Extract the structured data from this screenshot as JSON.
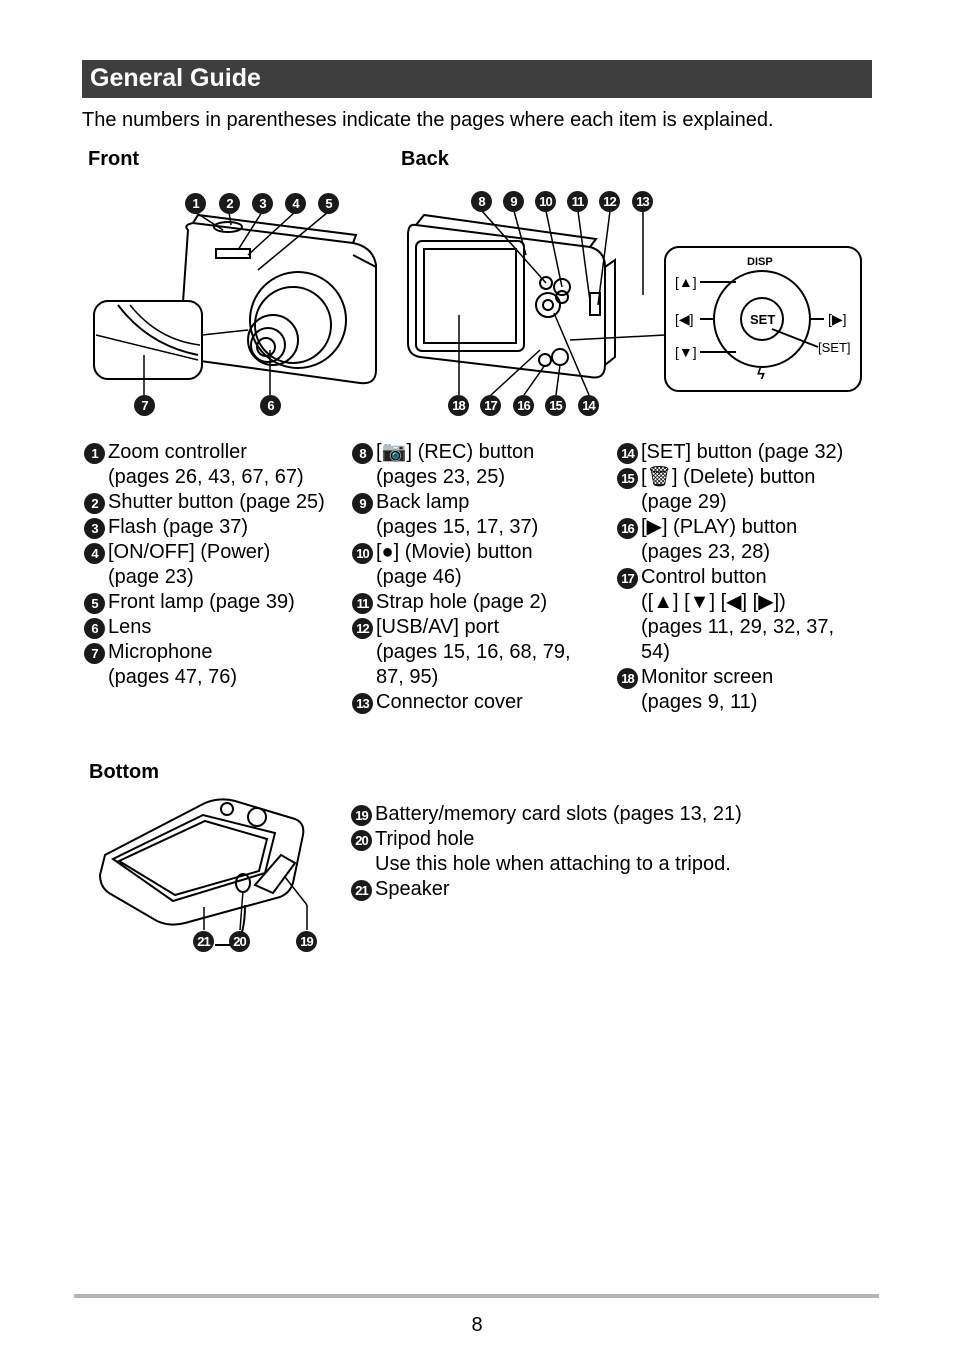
{
  "header": {
    "title": "General Guide"
  },
  "intro": "The numbers in parentheses indicate the pages where each item is explained.",
  "sections": {
    "front": "Front",
    "back": "Back",
    "bottom": "Bottom"
  },
  "callout": {
    "disp": "DISP",
    "set": "SET",
    "up": "[▲]",
    "left": "[◀]",
    "down": "[▼]",
    "right": "[▶]",
    "set_label": "[SET]",
    "flash": "ϟ"
  },
  "col1": [
    {
      "n": "1",
      "lines": [
        "Zoom controller",
        "(pages 26, 43, 67, 67)"
      ]
    },
    {
      "n": "2",
      "lines": [
        "Shutter button (page 25)"
      ]
    },
    {
      "n": "3",
      "lines": [
        "Flash (page 37)"
      ]
    },
    {
      "n": "4",
      "lines": [
        "[ON/OFF] (Power)",
        "(page 23)"
      ]
    },
    {
      "n": "5",
      "lines": [
        "Front lamp (page 39)"
      ]
    },
    {
      "n": "6",
      "lines": [
        "Lens"
      ]
    },
    {
      "n": "7",
      "lines": [
        "Microphone",
        "(pages 47, 76)"
      ]
    }
  ],
  "col2": [
    {
      "n": "8",
      "lines": [
        "[📷] (REC) button",
        "(pages 23, 25)"
      ]
    },
    {
      "n": "9",
      "lines": [
        "Back lamp",
        "(pages 15, 17, 37)"
      ]
    },
    {
      "n": "10",
      "lines": [
        "[●] (Movie) button",
        "(page 46)"
      ]
    },
    {
      "n": "11",
      "lines": [
        "Strap hole (page 2)"
      ]
    },
    {
      "n": "12",
      "lines": [
        "[USB/AV] port",
        "(pages 15, 16, 68, 79,",
        "87, 95)"
      ]
    },
    {
      "n": "13",
      "lines": [
        "Connector cover"
      ]
    }
  ],
  "col3": [
    {
      "n": "14",
      "lines": [
        "[SET] button (page 32)"
      ]
    },
    {
      "n": "15",
      "lines": [
        "[🗑] (Delete) button",
        "(page 29)"
      ]
    },
    {
      "n": "16",
      "lines": [
        "[▶] (PLAY) button",
        "(pages 23, 28)"
      ]
    },
    {
      "n": "17",
      "lines": [
        "Control button",
        "([▲] [▼] [◀] [▶])",
        "(pages 11, 29, 32, 37,",
        "54)"
      ]
    },
    {
      "n": "18",
      "lines": [
        "Monitor screen",
        "(pages 9, 11)"
      ]
    }
  ],
  "col4": [
    {
      "n": "19",
      "lines": [
        "Battery/memory card slots (pages 13, 21)"
      ]
    },
    {
      "n": "20",
      "lines": [
        "Tripod hole",
        "Use this hole when attaching to a tripod."
      ]
    },
    {
      "n": "21",
      "lines": [
        "Speaker"
      ]
    }
  ],
  "labels": {
    "front_top": [
      "1",
      "2",
      "3",
      "4",
      "5"
    ],
    "front_bottom": [
      "7",
      "6"
    ],
    "back_top": [
      "8",
      "9",
      "10",
      "11",
      "12",
      "13"
    ],
    "back_bottom": [
      "18",
      "17",
      "16",
      "15",
      "14"
    ],
    "bottom": [
      "21",
      "20",
      "19"
    ]
  },
  "footer": {
    "page": "8"
  }
}
